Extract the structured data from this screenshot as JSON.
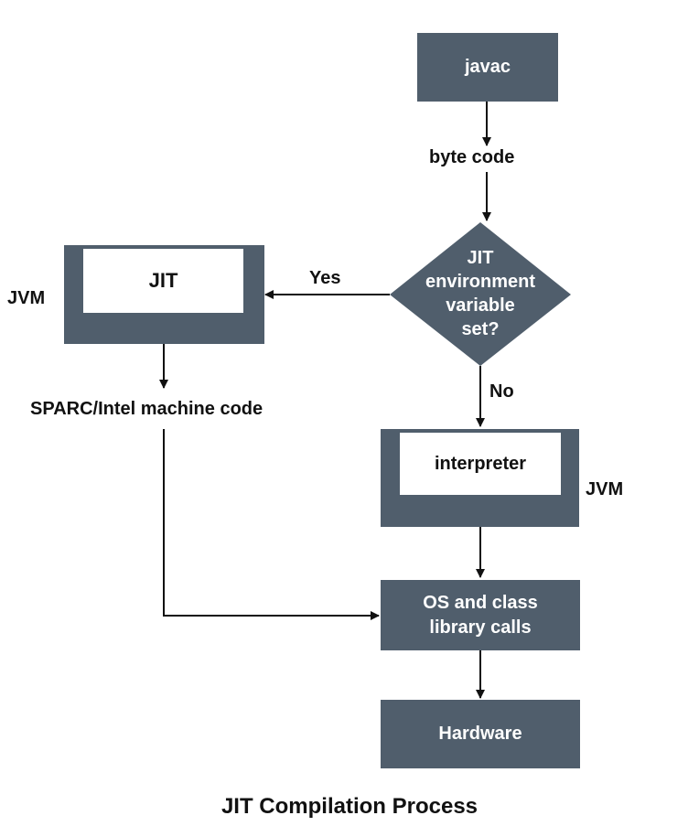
{
  "diagram": {
    "colors": {
      "box_fill": "#505e6c",
      "inner_fill": "#ffffff",
      "line": "#111111",
      "background": "#ffffff"
    },
    "nodes": {
      "javac": "javac",
      "byte_code": "byte code",
      "decision": [
        "JIT",
        "environment",
        "variable",
        "set?"
      ],
      "jit": "JIT",
      "jvm_left": "JVM",
      "machine_code": "SPARC/Intel machine code",
      "interpreter": "interpreter",
      "jvm_right": "JVM",
      "os_calls": [
        "OS and class",
        "library calls"
      ],
      "hardware": "Hardware"
    },
    "edges": {
      "yes": "Yes",
      "no": "No"
    },
    "caption": "JIT Compilation Process"
  }
}
